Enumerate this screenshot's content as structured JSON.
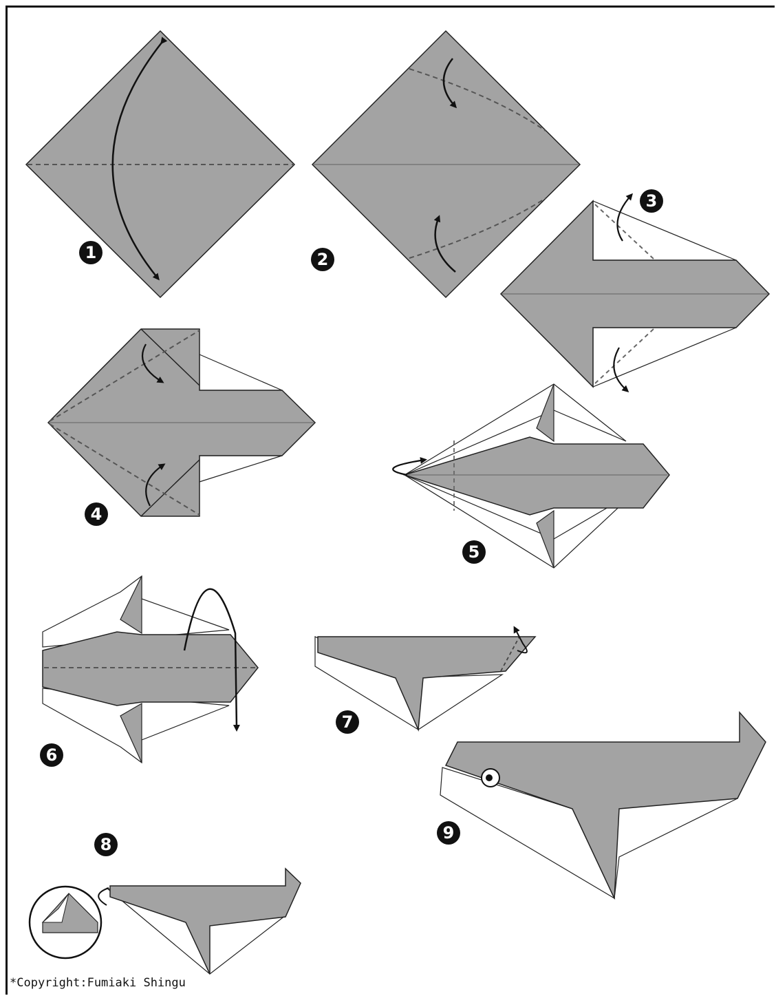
{
  "steps": [
    {
      "label": "1"
    },
    {
      "label": "2"
    },
    {
      "label": "3"
    },
    {
      "label": "4"
    },
    {
      "label": "5"
    },
    {
      "label": "6"
    },
    {
      "label": "7"
    },
    {
      "label": "8"
    },
    {
      "label": "9"
    }
  ],
  "copyright": "*Copyright:Fumiaki Shingu",
  "colors": {
    "paper": "#a3a3a3",
    "paper_white": "#ffffff",
    "line": "#222222",
    "fold_line": "#555555",
    "number_badge": "#111111"
  }
}
